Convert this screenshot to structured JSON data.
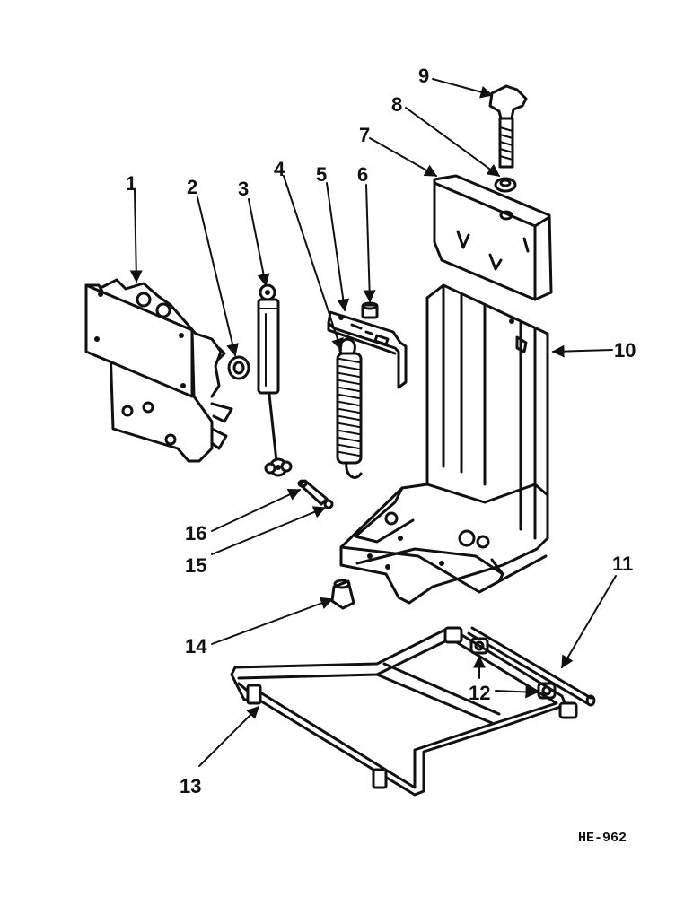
{
  "diagram": {
    "drawing_code": "HE-962",
    "callouts": [
      {
        "id": "1",
        "label": "1"
      },
      {
        "id": "2",
        "label": "2"
      },
      {
        "id": "3",
        "label": "3"
      },
      {
        "id": "4",
        "label": "4"
      },
      {
        "id": "5",
        "label": "5"
      },
      {
        "id": "6",
        "label": "6"
      },
      {
        "id": "7",
        "label": "7"
      },
      {
        "id": "8",
        "label": "8"
      },
      {
        "id": "9",
        "label": "9"
      },
      {
        "id": "10",
        "label": "10"
      },
      {
        "id": "11",
        "label": "11"
      },
      {
        "id": "12",
        "label": "12"
      },
      {
        "id": "13",
        "label": "13"
      },
      {
        "id": "14",
        "label": "14"
      },
      {
        "id": "15",
        "label": "15"
      },
      {
        "id": "16",
        "label": "16"
      }
    ]
  }
}
